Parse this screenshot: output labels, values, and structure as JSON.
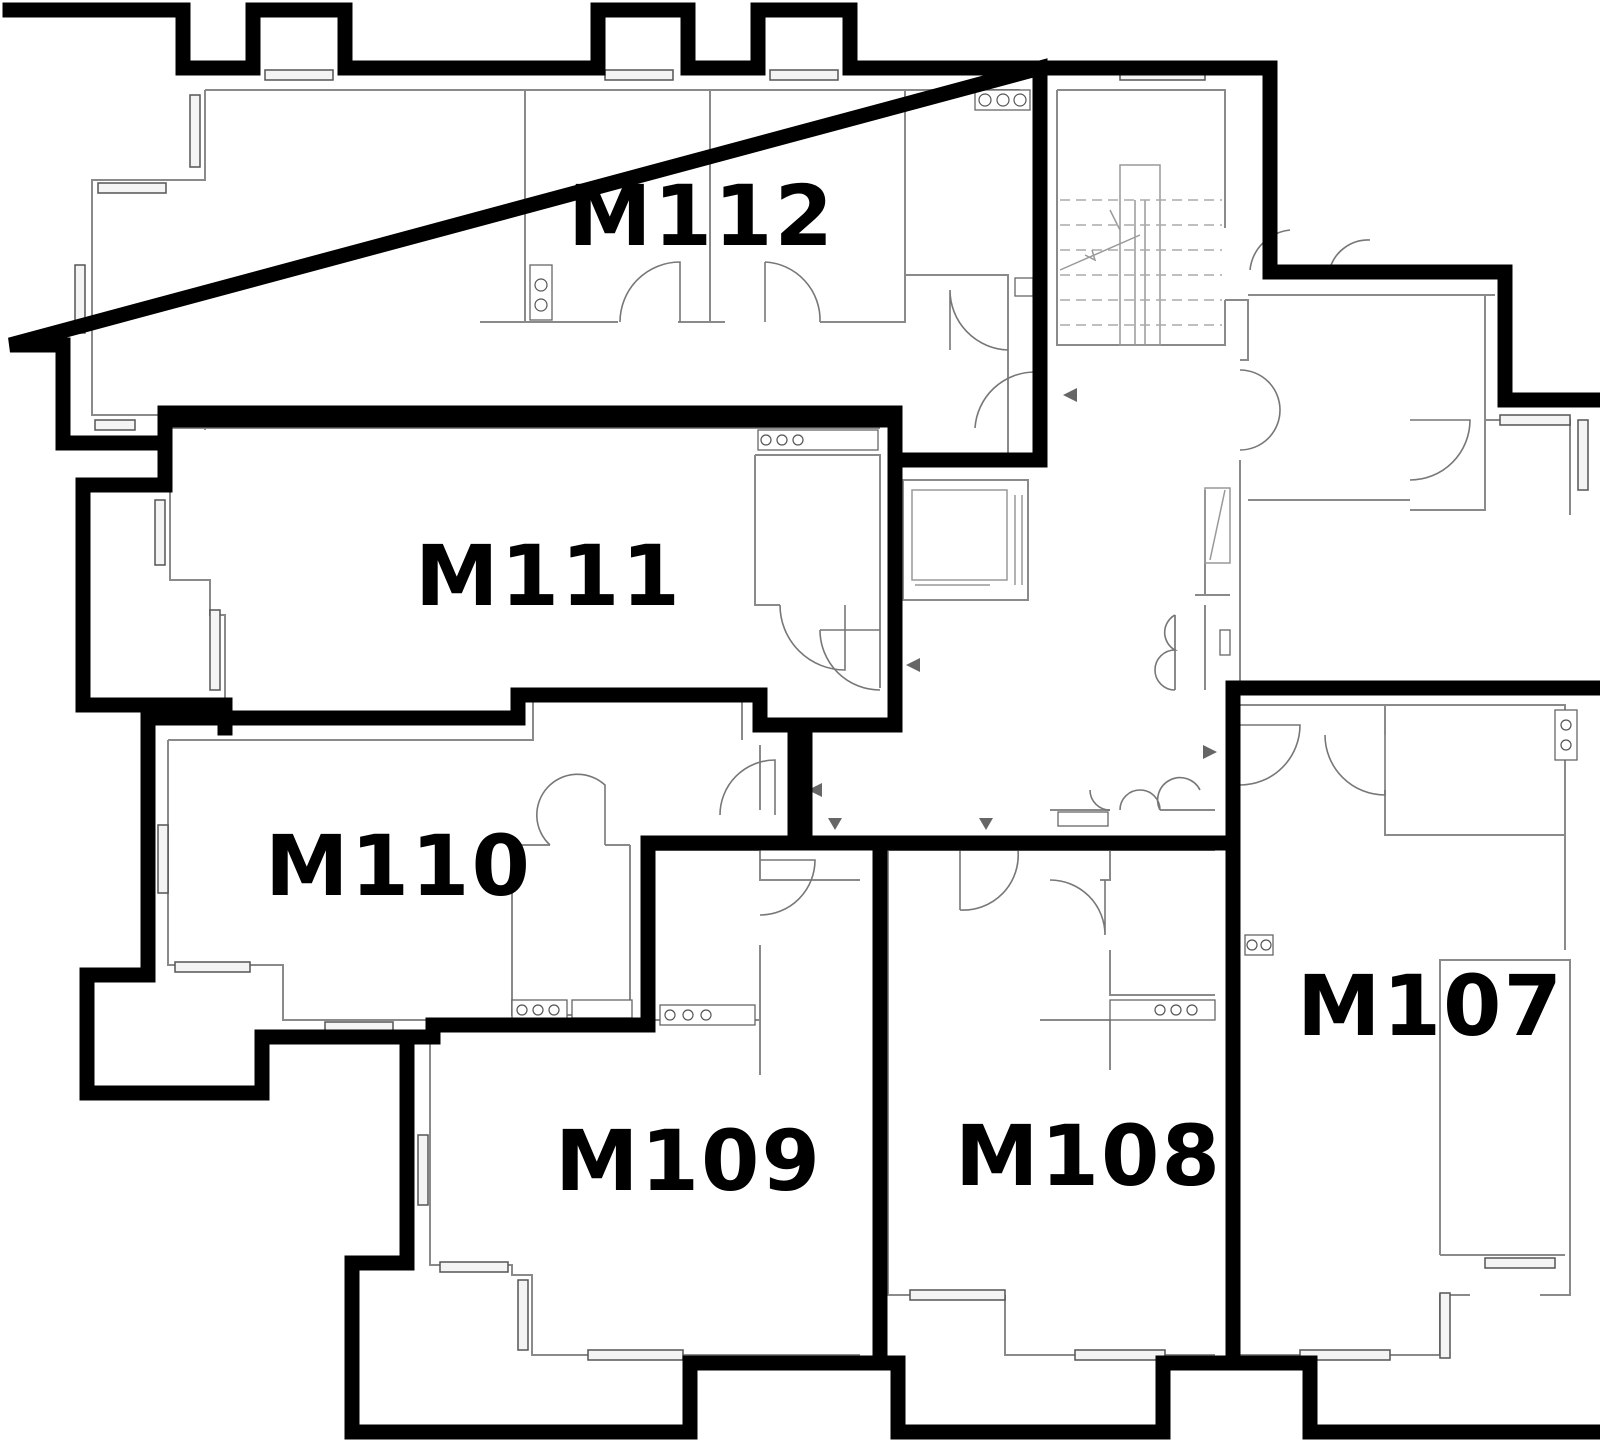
{
  "plan": {
    "units": [
      {
        "id": "M112",
        "label": "M112"
      },
      {
        "id": "M111",
        "label": "M111"
      },
      {
        "id": "M110",
        "label": "M110"
      },
      {
        "id": "M109",
        "label": "M109"
      },
      {
        "id": "M108",
        "label": "M108"
      },
      {
        "id": "M107",
        "label": "M107"
      }
    ]
  }
}
